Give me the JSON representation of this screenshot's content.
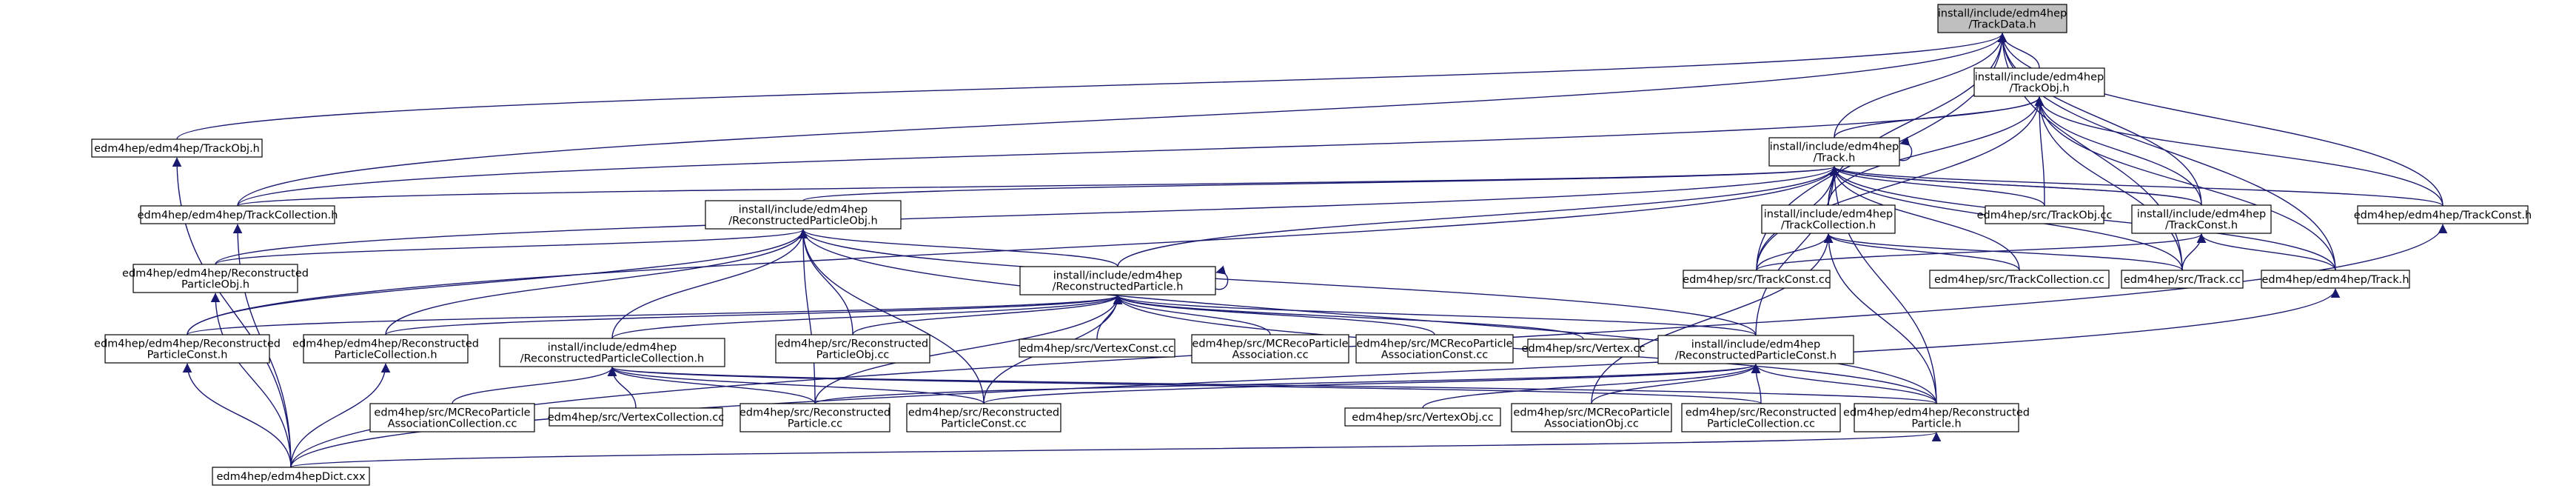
{
  "nodes": [
    {
      "id": "n0",
      "lines": [
        "install/include/edm4hep",
        "/TrackData.h"
      ],
      "root": true
    },
    {
      "id": "n1",
      "lines": [
        "edm4hep/edm4hep/TrackObj.h"
      ]
    },
    {
      "id": "n2",
      "lines": [
        "install/include/edm4hep",
        "/TrackObj.h"
      ]
    },
    {
      "id": "n3",
      "lines": [
        "install/include/edm4hep",
        "/Track.h"
      ]
    },
    {
      "id": "n4",
      "lines": [
        "edm4hep/edm4hep/TrackCollection.h"
      ]
    },
    {
      "id": "n5",
      "lines": [
        "install/include/edm4hep",
        "/ReconstructedParticleObj.h"
      ]
    },
    {
      "id": "n6",
      "lines": [
        "install/include/edm4hep",
        "/TrackCollection.h"
      ]
    },
    {
      "id": "n7",
      "lines": [
        "edm4hep/src/TrackObj.cc"
      ]
    },
    {
      "id": "n8",
      "lines": [
        "install/include/edm4hep",
        "/TrackConst.h"
      ]
    },
    {
      "id": "n9",
      "lines": [
        "edm4hep/edm4hep/TrackConst.h"
      ]
    },
    {
      "id": "n10",
      "lines": [
        "edm4hep/edm4hep/Reconstructed",
        "ParticleObj.h"
      ]
    },
    {
      "id": "n11",
      "lines": [
        "install/include/edm4hep",
        "/ReconstructedParticle.h"
      ]
    },
    {
      "id": "n12",
      "lines": [
        "edm4hep/src/TrackConst.cc"
      ]
    },
    {
      "id": "n13",
      "lines": [
        "edm4hep/src/TrackCollection.cc"
      ]
    },
    {
      "id": "n14",
      "lines": [
        "edm4hep/src/Track.cc"
      ]
    },
    {
      "id": "n15",
      "lines": [
        "edm4hep/edm4hep/Track.h"
      ]
    },
    {
      "id": "n16",
      "lines": [
        "edm4hep/edm4hep/Reconstructed",
        "ParticleConst.h"
      ]
    },
    {
      "id": "n17",
      "lines": [
        "edm4hep/edm4hep/Reconstructed",
        "ParticleCollection.h"
      ]
    },
    {
      "id": "n18",
      "lines": [
        "install/include/edm4hep",
        "/ReconstructedParticleCollection.h"
      ]
    },
    {
      "id": "n19",
      "lines": [
        "edm4hep/src/Reconstructed",
        "ParticleObj.cc"
      ]
    },
    {
      "id": "n20",
      "lines": [
        "edm4hep/src/VertexConst.cc"
      ]
    },
    {
      "id": "n21",
      "lines": [
        "edm4hep/src/MCRecoParticle",
        "Association.cc"
      ]
    },
    {
      "id": "n22",
      "lines": [
        "edm4hep/src/MCRecoParticle",
        "AssociationConst.cc"
      ]
    },
    {
      "id": "n23",
      "lines": [
        "edm4hep/src/Vertex.cc"
      ]
    },
    {
      "id": "n24",
      "lines": [
        "install/include/edm4hep",
        "/ReconstructedParticleConst.h"
      ]
    },
    {
      "id": "n25",
      "lines": [
        "edm4hep/src/MCRecoParticle",
        "AssociationCollection.cc"
      ]
    },
    {
      "id": "n26",
      "lines": [
        "edm4hep/src/VertexCollection.cc"
      ]
    },
    {
      "id": "n27",
      "lines": [
        "edm4hep/src/Reconstructed",
        "Particle.cc"
      ]
    },
    {
      "id": "n28",
      "lines": [
        "edm4hep/src/Reconstructed",
        "ParticleConst.cc"
      ]
    },
    {
      "id": "n29",
      "lines": [
        "edm4hep/src/VertexObj.cc"
      ]
    },
    {
      "id": "n30",
      "lines": [
        "edm4hep/src/MCRecoParticle",
        "AssociationObj.cc"
      ]
    },
    {
      "id": "n31",
      "lines": [
        "edm4hep/src/Reconstructed",
        "ParticleCollection.cc"
      ]
    },
    {
      "id": "n32",
      "lines": [
        "edm4hep/edm4hep/Reconstructed",
        "Particle.h"
      ]
    },
    {
      "id": "n33",
      "lines": [
        "edm4hep/edm4hepDict.cxx"
      ]
    }
  ],
  "edges": [
    [
      "n1",
      "n0"
    ],
    [
      "n2",
      "n0"
    ],
    [
      "n3",
      "n0"
    ],
    [
      "n4",
      "n0"
    ],
    [
      "n6",
      "n0"
    ],
    [
      "n8",
      "n0"
    ],
    [
      "n9",
      "n0"
    ],
    [
      "n12",
      "n0"
    ],
    [
      "n14",
      "n0"
    ],
    [
      "n15",
      "n0"
    ],
    [
      "n3",
      "n2"
    ],
    [
      "n4",
      "n2"
    ],
    [
      "n6",
      "n2"
    ],
    [
      "n7",
      "n2"
    ],
    [
      "n8",
      "n2"
    ],
    [
      "n9",
      "n2"
    ],
    [
      "n12",
      "n2"
    ],
    [
      "n14",
      "n2"
    ],
    [
      "n15",
      "n2"
    ],
    [
      "n3",
      "n3"
    ],
    [
      "n4",
      "n3"
    ],
    [
      "n5",
      "n3"
    ],
    [
      "n6",
      "n3"
    ],
    [
      "n7",
      "n3"
    ],
    [
      "n8",
      "n3"
    ],
    [
      "n9",
      "n3"
    ],
    [
      "n10",
      "n3"
    ],
    [
      "n11",
      "n3"
    ],
    [
      "n12",
      "n3"
    ],
    [
      "n13",
      "n3"
    ],
    [
      "n14",
      "n3"
    ],
    [
      "n15",
      "n3"
    ],
    [
      "n16",
      "n3"
    ],
    [
      "n24",
      "n3"
    ],
    [
      "n32",
      "n3"
    ],
    [
      "n33",
      "n1"
    ],
    [
      "n33",
      "n4"
    ],
    [
      "n33",
      "n10"
    ],
    [
      "n33",
      "n16"
    ],
    [
      "n33",
      "n17"
    ],
    [
      "n33",
      "n15"
    ],
    [
      "n33",
      "n9"
    ],
    [
      "n33",
      "n32"
    ],
    [
      "n8",
      "n3"
    ],
    [
      "n12",
      "n6"
    ],
    [
      "n13",
      "n6"
    ],
    [
      "n14",
      "n6"
    ],
    [
      "n30",
      "n6"
    ],
    [
      "n32",
      "n6"
    ],
    [
      "n12",
      "n8"
    ],
    [
      "n14",
      "n8"
    ],
    [
      "n15",
      "n8"
    ],
    [
      "n10",
      "n5"
    ],
    [
      "n11",
      "n5"
    ],
    [
      "n16",
      "n5"
    ],
    [
      "n17",
      "n5"
    ],
    [
      "n18",
      "n5"
    ],
    [
      "n19",
      "n5"
    ],
    [
      "n24",
      "n5"
    ],
    [
      "n27",
      "n5"
    ],
    [
      "n28",
      "n5"
    ],
    [
      "n32",
      "n5"
    ],
    [
      "n11",
      "n11"
    ],
    [
      "n16",
      "n11"
    ],
    [
      "n17",
      "n11"
    ],
    [
      "n18",
      "n11"
    ],
    [
      "n19",
      "n11"
    ],
    [
      "n20",
      "n11"
    ],
    [
      "n21",
      "n11"
    ],
    [
      "n22",
      "n11"
    ],
    [
      "n23",
      "n11"
    ],
    [
      "n24",
      "n11"
    ],
    [
      "n27",
      "n11"
    ],
    [
      "n28",
      "n11"
    ],
    [
      "n32",
      "n11"
    ],
    [
      "n25",
      "n18"
    ],
    [
      "n26",
      "n18"
    ],
    [
      "n27",
      "n18"
    ],
    [
      "n28",
      "n18"
    ],
    [
      "n31",
      "n18"
    ],
    [
      "n32",
      "n18"
    ],
    [
      "n27",
      "n24"
    ],
    [
      "n28",
      "n24"
    ],
    [
      "n29",
      "n24"
    ],
    [
      "n30",
      "n24"
    ],
    [
      "n31",
      "n24"
    ],
    [
      "n32",
      "n24"
    ]
  ]
}
